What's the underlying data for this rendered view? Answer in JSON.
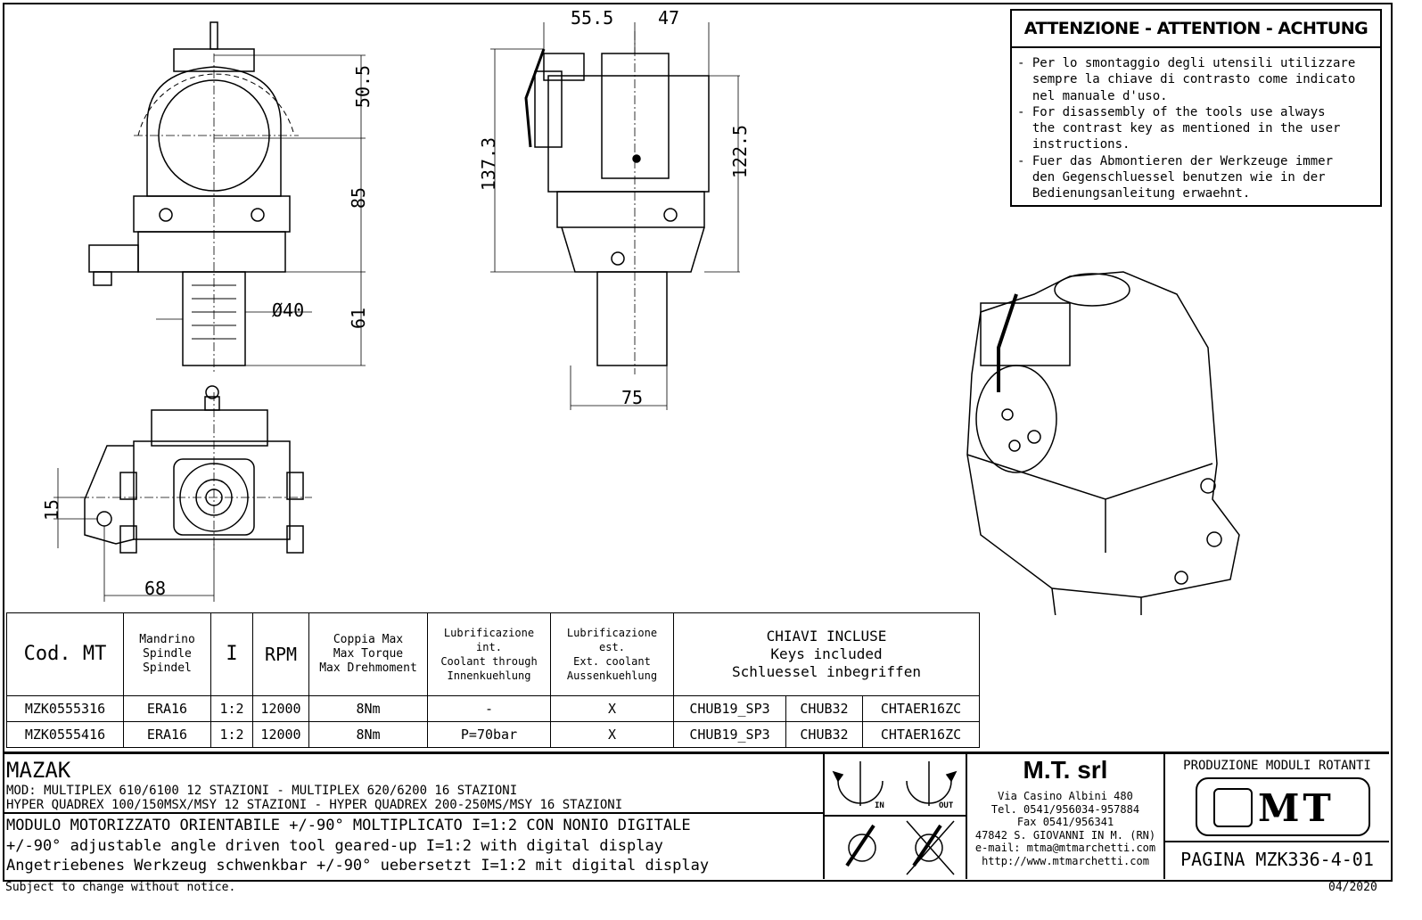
{
  "warning": {
    "title": "ATTENZIONE - ATTENTION - ACHTUNG",
    "lines": [
      "- Per lo smontaggio degli utensili utilizzare",
      "  sempre la chiave di contrasto come indicato",
      "  nel manuale d'uso.",
      "- For disassembly of the tools use always",
      "  the contrast key as mentioned in the user",
      "  instructions.",
      "- Fuer das Abmontieren der Werkzeuge immer",
      "  den Gegenschluessel benutzen wie in der",
      "  Bedienungsanleitung erwaehnt."
    ]
  },
  "dimensions": {
    "d55_5": "55.5",
    "d47": "47",
    "d50_5": "50.5",
    "d85": "85",
    "d61": "61",
    "d40": "Ø40",
    "d137_3": "137.3",
    "d122_5": "122.5",
    "d75": "75",
    "d15": "15",
    "d68": "68"
  },
  "table": {
    "headers": {
      "cod": "Cod. MT",
      "spindle": [
        "Mandrino",
        "Spindle",
        "Spindel"
      ],
      "ratio": "I",
      "rpm": "RPM",
      "torque": [
        "Coppia Max",
        "Max Torque",
        "Max Drehmoment"
      ],
      "coolant_int": [
        "Lubrificazione int.",
        "Coolant through",
        "Innenkuehlung"
      ],
      "coolant_ext": [
        "Lubrificazione est.",
        "Ext. coolant",
        "Aussenkuehlung"
      ],
      "keys": [
        "CHIAVI INCLUSE",
        "Keys included",
        "Schluessel inbegriffen"
      ]
    },
    "rows": [
      [
        "MZK0555316",
        "ERA16",
        "1:2",
        "12000",
        "8Nm",
        "-",
        "X",
        "CHUB19_SP3",
        "CHUB32",
        "CHTAER16ZC"
      ],
      [
        "MZK0555416",
        "ERA16",
        "1:2",
        "12000",
        "8Nm",
        "P=70bar",
        "X",
        "CHUB19_SP3",
        "CHUB32",
        "CHTAER16ZC"
      ]
    ]
  },
  "title_block": {
    "brand": "MAZAK",
    "models": [
      "MOD: MULTIPLEX 610/6100 12 STAZIONI - MULTIPLEX 620/6200 16 STAZIONI",
      "HYPER QUADREX 100/150MSX/MSY 12 STAZIONI - HYPER QUADREX 200-250MS/MSY 16 STAZIONI"
    ],
    "description": [
      "MODULO MOTORIZZATO ORIENTABILE +/-90° MOLTIPLICATO I=1:2 CON NONIO DIGITALE",
      "+/-90° adjustable angle driven tool geared-up I=1:2 with digital display",
      "Angetriebenes Werkzeug schwenkbar +/-90° uebersetzt I=1:2 mit digital display"
    ],
    "rotation": {
      "in": "IN",
      "out": "OUT"
    },
    "company": {
      "name": "M.T. srl",
      "lines": [
        "Via Casino Albini 480",
        "Tel. 0541/956034-957884",
        "Fax 0541/956341",
        "47842 S. GIOVANNI IN M. (RN)",
        "e-mail: mtma@mtmarchetti.com",
        "http://www.mtmarchetti.com"
      ]
    },
    "production": "PRODUZIONE MODULI ROTANTI",
    "logo": "MT",
    "page": "PAGINA MZK336-4-01"
  },
  "footer": {
    "notice": "Subject to change without notice.",
    "date": "04/2020"
  }
}
